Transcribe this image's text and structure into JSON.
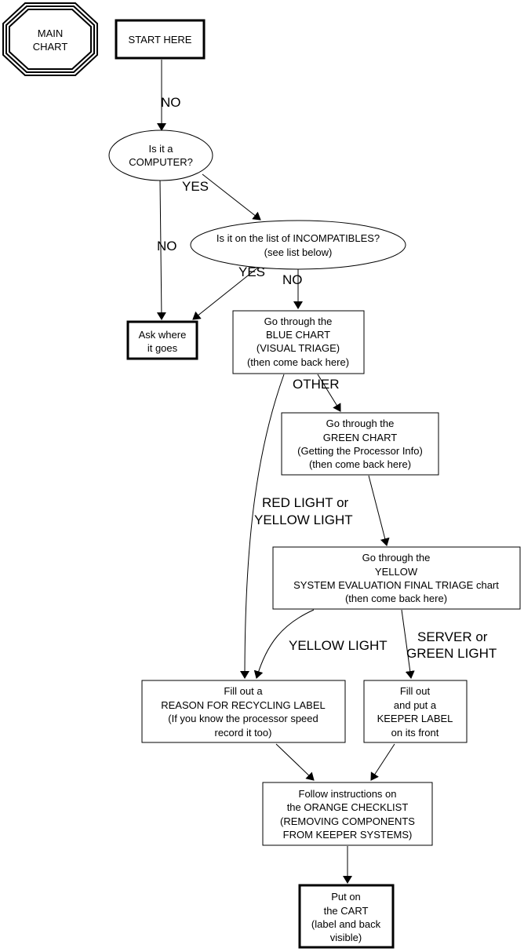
{
  "diagram": {
    "title_badge": [
      "MAIN",
      "CHART"
    ],
    "nodes": {
      "start": [
        "START HERE"
      ],
      "is_computer": [
        "Is it a",
        "COMPUTER?"
      ],
      "incompatibles": [
        "Is it on the list of INCOMPATIBLES?",
        "(see list below)"
      ],
      "ask_where": [
        "Ask where",
        "it goes"
      ],
      "blue_chart": [
        "Go through the",
        "BLUE CHART",
        "(VISUAL TRIAGE)",
        "(then come back here)"
      ],
      "green_chart": [
        "Go through the",
        "GREEN CHART",
        "(Getting the Processor Info)",
        "(then come back here)"
      ],
      "yellow_chart": [
        "Go through the",
        "YELLOW",
        "SYSTEM EVALUATION FINAL TRIAGE chart",
        "(then come back here)"
      ],
      "recycling_label": [
        "Fill out a",
        "REASON FOR RECYCLING LABEL",
        "(If you know the processor speed",
        "record it too)"
      ],
      "keeper_label": [
        "Fill out",
        "and put a",
        "KEEPER LABEL",
        "on its front"
      ],
      "orange_checklist": [
        "Follow instructions on",
        "the ORANGE CHECKLIST",
        "(REMOVING COMPONENTS",
        "FROM KEEPER SYSTEMS)"
      ],
      "cart": [
        "Put on",
        "the CART",
        "(label and back",
        "visible)"
      ]
    },
    "edge_labels": {
      "start_to_computer": "NO",
      "computer_yes": "YES",
      "computer_no": "NO",
      "incompat_yes": "YES",
      "incompat_no": "NO",
      "blue_other": "OTHER",
      "blue_red_yellow": [
        "RED LIGHT or",
        "YELLOW LIGHT"
      ],
      "yellow_yellow": "YELLOW LIGHT",
      "yellow_server_green": [
        "SERVER or",
        "GREEN LIGHT"
      ]
    }
  }
}
